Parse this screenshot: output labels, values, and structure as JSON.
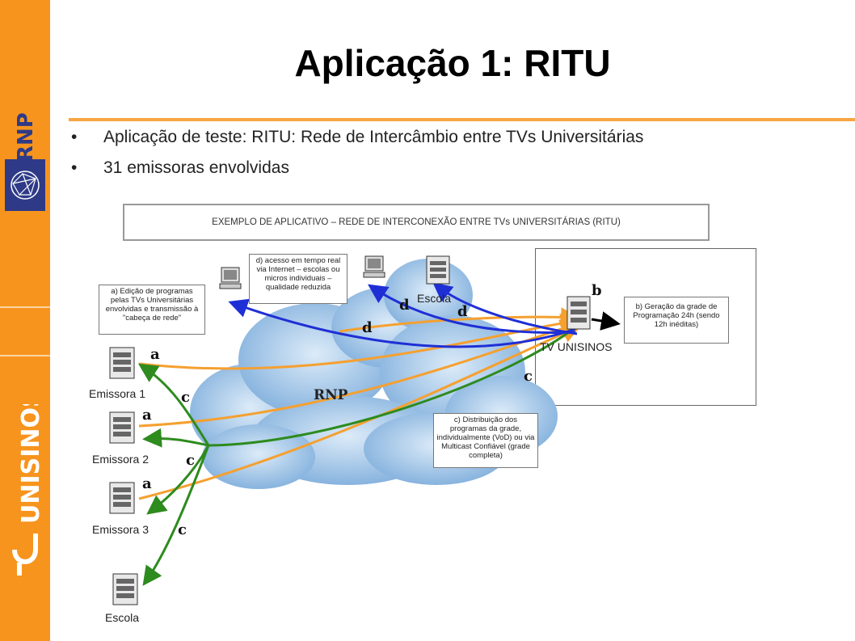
{
  "sidebar": {
    "logo_top_text": "RNP",
    "logo_bottom_text": "UNISINOS",
    "color": "#F7941D"
  },
  "slide": {
    "title": "Aplicação 1: RITU",
    "bullet_char": "•",
    "bullets": [
      "Aplicação de teste: RITU: Rede de Intercâmbio entre TVs Universitárias",
      "31 emissoras envolvidas"
    ]
  },
  "diagram": {
    "banner": "EXEMPLO DE APLICATIVO – REDE DE INTERCONEXÃO ENTRE TVs UNIVERSITÁRIAS (RITU)",
    "cloud_label": "RNP",
    "notes": {
      "a": "a) Edição de programas pelas TVs Universitárias envolvidas e transmissão à \"cabeça de rede\"",
      "b": "b) Geração da grade de Programação 24h (sendo 12h inéditas)",
      "c": "c) Distribuição dos programas da grade, individualmente (VoD) ou via Multicast Confiável (grade completa)",
      "d": "d) acesso em tempo real via Internet – escolas ou micros individuais – qualidade reduzida"
    },
    "nodes": {
      "emissora1": "Emissora 1",
      "emissora2": "Emissora 2",
      "emissora3": "Emissora 3",
      "escola_bottom": "Escola",
      "escola_top": "Escola",
      "tv_unisinos": "TV UNISINOS"
    },
    "arrow_letters": {
      "a": "a",
      "b": "b",
      "c": "c",
      "d": "d"
    },
    "colors": {
      "orange_arrow": "#F5A030",
      "green_arrow": "#2E8B1E",
      "blue_arrow": "#1F2FD6",
      "cloud": "#8DB8E4"
    }
  }
}
